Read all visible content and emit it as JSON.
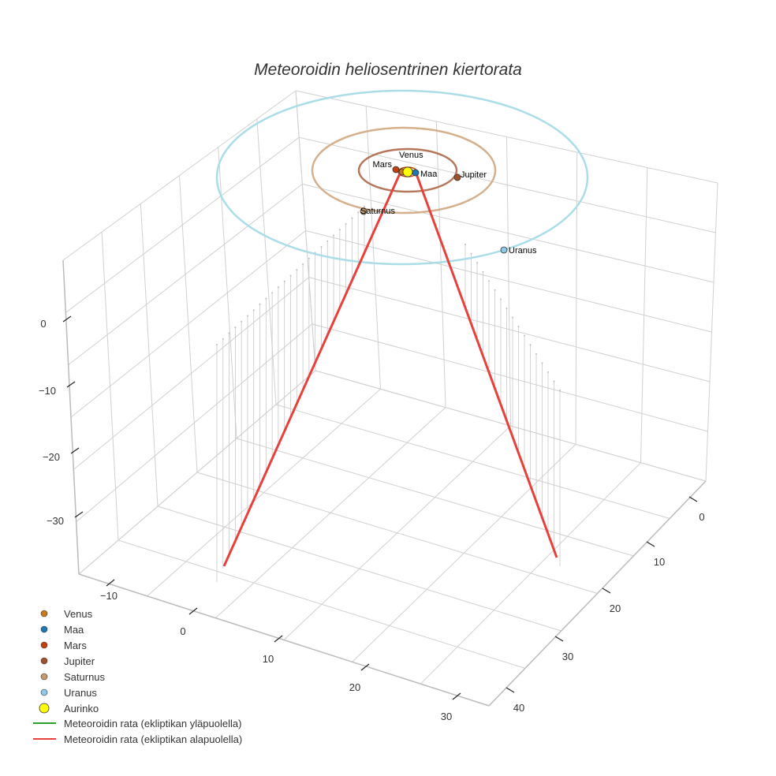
{
  "chart_data": {
    "type": "scatter3d",
    "title": "Meteoroidin heliosentrinen kiertorata",
    "x_ticks": [
      "−10",
      "0",
      "10",
      "20",
      "30"
    ],
    "y_ticks": [
      "0",
      "10",
      "20",
      "30",
      "40"
    ],
    "z_ticks": [
      "0",
      "−10",
      "−20",
      "−30"
    ],
    "grid": true,
    "legend_position": "bottom-left",
    "planets": [
      {
        "name": "Venus",
        "color": "#c87d1a"
      },
      {
        "name": "Maa",
        "color": "#1f77b4"
      },
      {
        "name": "Mars",
        "color": "#c2410c"
      },
      {
        "name": "Jupiter",
        "color": "#a0522d"
      },
      {
        "name": "Saturnus",
        "color": "#c49a6c"
      },
      {
        "name": "Uranus",
        "color": "#8ecae6"
      }
    ],
    "sun": {
      "name": "Aurinko",
      "color": "#ffff00"
    },
    "orbit_colors": {
      "Jupiter": "#b5765a",
      "Saturnus": "#d4b08c",
      "Uranus": "#aadde8"
    },
    "trajectory": [
      {
        "name": "Meteoroidin rata (ekliptikan yläpuolella)",
        "color": "#2ca02c"
      },
      {
        "name": "Meteoroidin rata (ekliptikan alapuolella)",
        "color": "#e8413c"
      }
    ]
  }
}
